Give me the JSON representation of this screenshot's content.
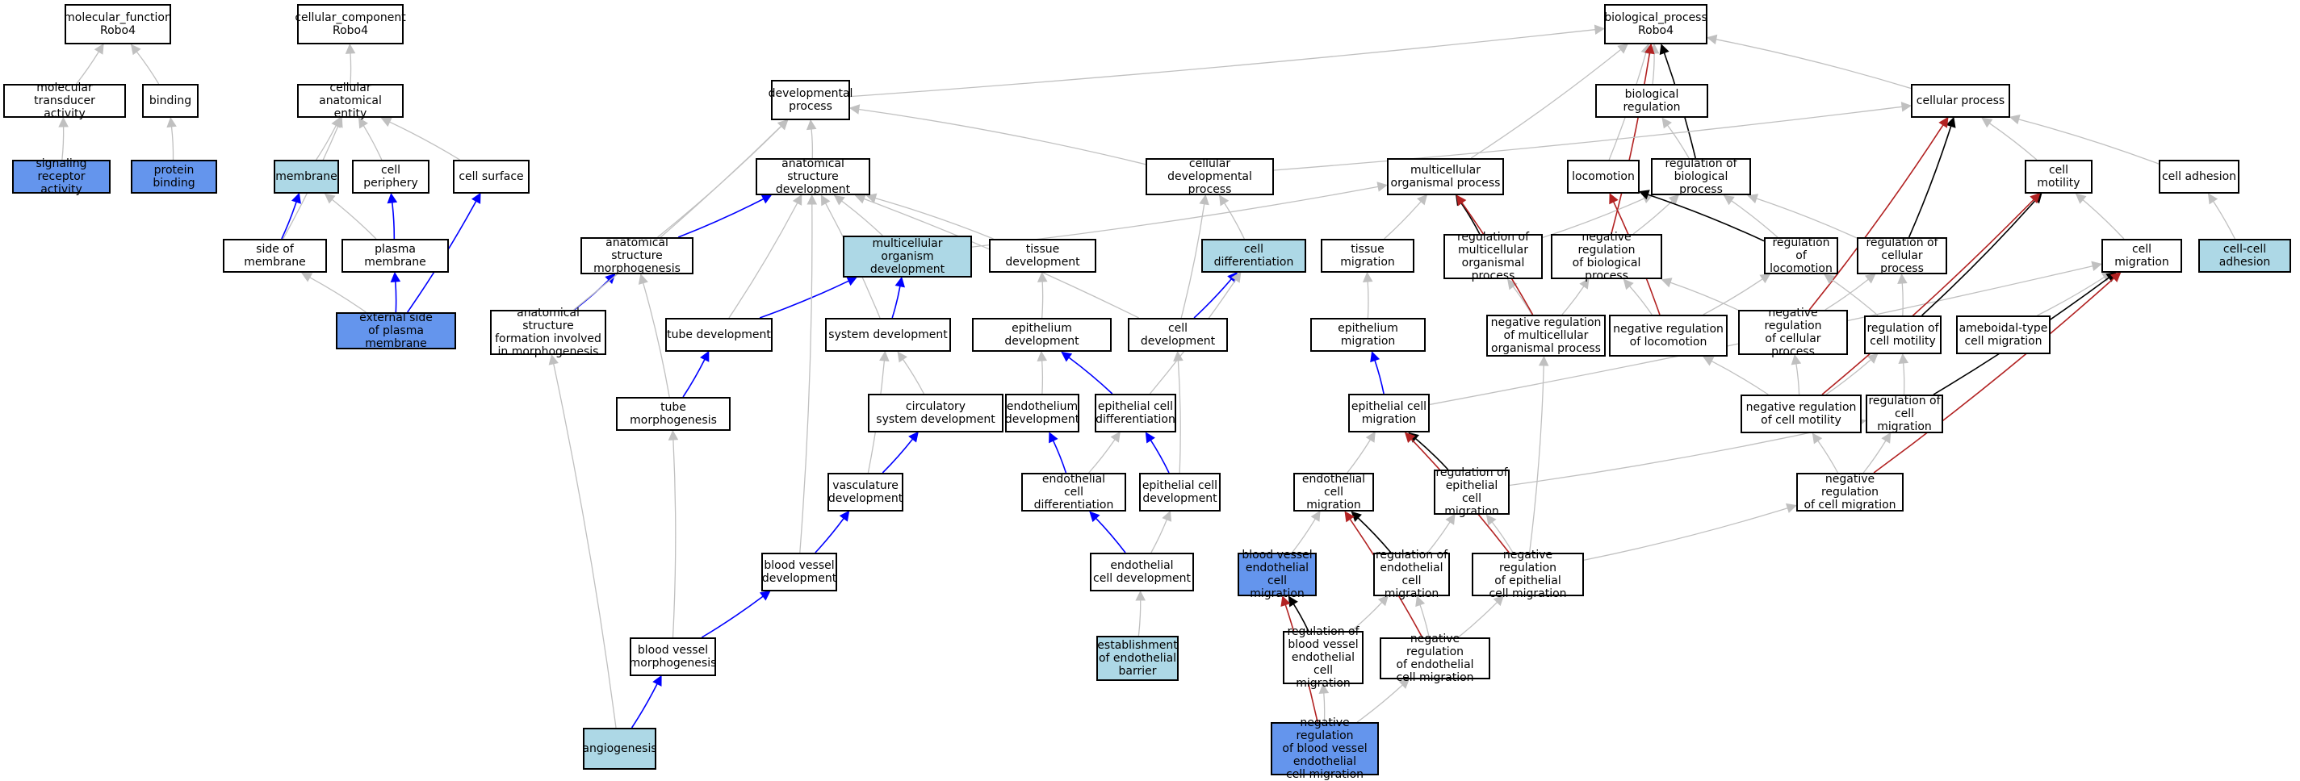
{
  "colors": {
    "is_a": "#c0c0c0",
    "part_of": "#0000ff",
    "regulates": "#000000",
    "negatively_regulates": "#b22222",
    "highlight_dark": "#6495ed",
    "highlight_light": "#add8e6"
  },
  "nodes": [
    {
      "id": "mf",
      "label": "molecular_function\nRobo4",
      "style": "plain"
    },
    {
      "id": "cc",
      "label": "cellular_component\nRobo4",
      "style": "plain"
    },
    {
      "id": "bp",
      "label": "biological_process\nRobo4",
      "style": "plain"
    },
    {
      "id": "mta",
      "label": "molecular transducer\nactivity",
      "style": "plain"
    },
    {
      "id": "binding",
      "label": "binding",
      "style": "plain"
    },
    {
      "id": "cae",
      "label": "cellular anatomical\nentity",
      "style": "plain"
    },
    {
      "id": "devp",
      "label": "developmental\nprocess",
      "style": "plain"
    },
    {
      "id": "bioreg",
      "label": "biological regulation",
      "style": "plain"
    },
    {
      "id": "cellp",
      "label": "cellular process",
      "style": "plain"
    },
    {
      "id": "sra",
      "label": "signaling receptor\nactivity",
      "style": "dark"
    },
    {
      "id": "pb",
      "label": "protein binding",
      "style": "dark"
    },
    {
      "id": "membrane",
      "label": "membrane",
      "style": "light"
    },
    {
      "id": "cperiph",
      "label": "cell periphery",
      "style": "plain"
    },
    {
      "id": "csurf",
      "label": "cell surface",
      "style": "plain"
    },
    {
      "id": "asd",
      "label": "anatomical structure\ndevelopment",
      "style": "plain"
    },
    {
      "id": "cdp",
      "label": "cellular developmental\nprocess",
      "style": "plain"
    },
    {
      "id": "mop",
      "label": "multicellular\norganismal process",
      "style": "plain"
    },
    {
      "id": "locomotion",
      "label": "locomotion",
      "style": "plain"
    },
    {
      "id": "rbp",
      "label": "regulation of\nbiological process",
      "style": "plain"
    },
    {
      "id": "cmot",
      "label": "cell motility",
      "style": "plain"
    },
    {
      "id": "cadh",
      "label": "cell adhesion",
      "style": "plain"
    },
    {
      "id": "som",
      "label": "side of membrane",
      "style": "plain"
    },
    {
      "id": "pm",
      "label": "plasma membrane",
      "style": "plain"
    },
    {
      "id": "asm",
      "label": "anatomical structure\nmorphogenesis",
      "style": "plain"
    },
    {
      "id": "mod",
      "label": "multicellular\norganism development",
      "style": "light"
    },
    {
      "id": "tdev",
      "label": "tissue development",
      "style": "plain"
    },
    {
      "id": "cdiff",
      "label": "cell differentiation",
      "style": "light"
    },
    {
      "id": "tmig",
      "label": "tissue migration",
      "style": "plain"
    },
    {
      "id": "rmop",
      "label": "regulation of\nmulticellular\norganismal process",
      "style": "plain"
    },
    {
      "id": "nrbp",
      "label": "negative regulation\nof biological\nprocess",
      "style": "plain"
    },
    {
      "id": "rloc",
      "label": "regulation of\nlocomotion",
      "style": "plain"
    },
    {
      "id": "rcp",
      "label": "regulation of\ncellular process",
      "style": "plain"
    },
    {
      "id": "cmig",
      "label": "cell migration",
      "style": "plain"
    },
    {
      "id": "cca",
      "label": "cell-cell adhesion",
      "style": "light"
    },
    {
      "id": "espm",
      "label": "external side\nof plasma membrane",
      "style": "dark"
    },
    {
      "id": "asfm",
      "label": "anatomical structure\nformation involved\nin morphogenesis",
      "style": "plain"
    },
    {
      "id": "tubedev",
      "label": "tube development",
      "style": "plain"
    },
    {
      "id": "sysdev",
      "label": "system development",
      "style": "plain"
    },
    {
      "id": "epidev",
      "label": "epithelium development",
      "style": "plain"
    },
    {
      "id": "celldev",
      "label": "cell development",
      "style": "plain"
    },
    {
      "id": "epimig",
      "label": "epithelium migration",
      "style": "plain"
    },
    {
      "id": "nrmop",
      "label": "negative regulation\nof multicellular\norganismal process",
      "style": "plain"
    },
    {
      "id": "nrloc",
      "label": "negative regulation\nof locomotion",
      "style": "plain"
    },
    {
      "id": "nrcp",
      "label": "negative regulation\nof cellular\nprocess",
      "style": "plain"
    },
    {
      "id": "rcmot",
      "label": "regulation of\ncell motility",
      "style": "plain"
    },
    {
      "id": "abcm",
      "label": "ameboidal-type\ncell migration",
      "style": "plain"
    },
    {
      "id": "tubemorph",
      "label": "tube morphogenesis",
      "style": "plain"
    },
    {
      "id": "circ",
      "label": "circulatory\nsystem development",
      "style": "plain"
    },
    {
      "id": "endoth",
      "label": "endothelium\ndevelopment",
      "style": "plain"
    },
    {
      "id": "ecdiff",
      "label": "epithelial cell\ndifferentiation",
      "style": "plain"
    },
    {
      "id": "ecmig",
      "label": "epithelial cell\nmigration",
      "style": "plain"
    },
    {
      "id": "nrcmot",
      "label": "negative regulation\nof cell motility",
      "style": "plain"
    },
    {
      "id": "rcmig",
      "label": "regulation of\ncell migration",
      "style": "plain"
    },
    {
      "id": "vascdev",
      "label": "vasculature\ndevelopment",
      "style": "plain"
    },
    {
      "id": "endcdiff",
      "label": "endothelial\ncell differentiation",
      "style": "plain"
    },
    {
      "id": "epicdev",
      "label": "epithelial cell\ndevelopment",
      "style": "plain"
    },
    {
      "id": "endcmig",
      "label": "endothelial\ncell migration",
      "style": "plain"
    },
    {
      "id": "recm",
      "label": "regulation of\nepithelial cell\nmigration",
      "style": "plain"
    },
    {
      "id": "nrcmig",
      "label": "negative regulation\nof cell migration",
      "style": "plain"
    },
    {
      "id": "bvdev",
      "label": "blood vessel\ndevelopment",
      "style": "plain"
    },
    {
      "id": "endcdev",
      "label": "endothelial\ncell development",
      "style": "plain"
    },
    {
      "id": "bvecm",
      "label": "blood vessel\nendothelial\ncell migration",
      "style": "dark"
    },
    {
      "id": "rencm",
      "label": "regulation of\nendothelial\ncell migration",
      "style": "plain"
    },
    {
      "id": "nrecm",
      "label": "negative regulation\nof epithelial\ncell migration",
      "style": "plain"
    },
    {
      "id": "bvmorph",
      "label": "blood vessel\nmorphogenesis",
      "style": "plain"
    },
    {
      "id": "eeb",
      "label": "establishment\nof endothelial\nbarrier",
      "style": "light"
    },
    {
      "id": "rbvecm",
      "label": "regulation of\nblood vessel\nendothelial\ncell migration",
      "style": "plain"
    },
    {
      "id": "nrencm",
      "label": "negative regulation\nof endothelial\ncell migration",
      "style": "plain"
    },
    {
      "id": "angio",
      "label": "angiogenesis",
      "style": "light"
    },
    {
      "id": "nrbvecm",
      "label": "negative regulation\nof blood vessel\nendothelial\ncell migration",
      "style": "dark"
    }
  ],
  "edges": [
    {
      "from": "mta",
      "to": "mf",
      "type": "is_a"
    },
    {
      "from": "binding",
      "to": "mf",
      "type": "is_a"
    },
    {
      "from": "sra",
      "to": "mta",
      "type": "is_a"
    },
    {
      "from": "pb",
      "to": "binding",
      "type": "is_a"
    },
    {
      "from": "cae",
      "to": "cc",
      "type": "is_a"
    },
    {
      "from": "membrane",
      "to": "cae",
      "type": "is_a"
    },
    {
      "from": "cperiph",
      "to": "cae",
      "type": "is_a"
    },
    {
      "from": "csurf",
      "to": "cae",
      "type": "is_a"
    },
    {
      "from": "som",
      "to": "cae",
      "type": "is_a"
    },
    {
      "from": "som",
      "to": "membrane",
      "type": "part_of"
    },
    {
      "from": "pm",
      "to": "membrane",
      "type": "is_a"
    },
    {
      "from": "pm",
      "to": "cperiph",
      "type": "part_of"
    },
    {
      "from": "espm",
      "to": "som",
      "type": "is_a"
    },
    {
      "from": "espm",
      "to": "pm",
      "type": "part_of"
    },
    {
      "from": "espm",
      "to": "csurf",
      "type": "part_of"
    },
    {
      "from": "devp",
      "to": "bp",
      "type": "is_a"
    },
    {
      "from": "bioreg",
      "to": "bp",
      "type": "is_a"
    },
    {
      "from": "cellp",
      "to": "bp",
      "type": "is_a"
    },
    {
      "from": "mop",
      "to": "bp",
      "type": "is_a"
    },
    {
      "from": "locomotion",
      "to": "bp",
      "type": "is_a"
    },
    {
      "from": "rbp",
      "to": "bioreg",
      "type": "is_a"
    },
    {
      "from": "rbp",
      "to": "bp",
      "type": "regulates"
    },
    {
      "from": "nrbp",
      "to": "rbp",
      "type": "is_a"
    },
    {
      "from": "nrbp",
      "to": "bp",
      "type": "negatively_regulates"
    },
    {
      "from": "asd",
      "to": "devp",
      "type": "is_a"
    },
    {
      "from": "cdp",
      "to": "devp",
      "type": "is_a"
    },
    {
      "from": "cdp",
      "to": "cellp",
      "type": "is_a"
    },
    {
      "from": "asm",
      "to": "asd",
      "type": "part_of"
    },
    {
      "from": "asm",
      "to": "devp",
      "type": "is_a"
    },
    {
      "from": "asfm",
      "to": "asm",
      "type": "part_of"
    },
    {
      "from": "asfm",
      "to": "devp",
      "type": "is_a"
    },
    {
      "from": "mod",
      "to": "asd",
      "type": "is_a"
    },
    {
      "from": "mod",
      "to": "mop",
      "type": "is_a"
    },
    {
      "from": "tdev",
      "to": "asd",
      "type": "is_a"
    },
    {
      "from": "cdiff",
      "to": "cdp",
      "type": "is_a"
    },
    {
      "from": "tubedev",
      "to": "asd",
      "type": "is_a"
    },
    {
      "from": "tubedev",
      "to": "mod",
      "type": "part_of"
    },
    {
      "from": "sysdev",
      "to": "asd",
      "type": "is_a"
    },
    {
      "from": "sysdev",
      "to": "mod",
      "type": "part_of"
    },
    {
      "from": "epidev",
      "to": "tdev",
      "type": "is_a"
    },
    {
      "from": "celldev",
      "to": "asd",
      "type": "is_a"
    },
    {
      "from": "celldev",
      "to": "cdp",
      "type": "is_a"
    },
    {
      "from": "celldev",
      "to": "cdiff",
      "type": "part_of"
    },
    {
      "from": "tubemorph",
      "to": "asm",
      "type": "is_a"
    },
    {
      "from": "tubemorph",
      "to": "tubedev",
      "type": "part_of"
    },
    {
      "from": "circ",
      "to": "sysdev",
      "type": "is_a"
    },
    {
      "from": "endoth",
      "to": "epidev",
      "type": "is_a"
    },
    {
      "from": "ecdiff",
      "to": "epidev",
      "type": "part_of"
    },
    {
      "from": "ecdiff",
      "to": "cdiff",
      "type": "is_a"
    },
    {
      "from": "vascdev",
      "to": "sysdev",
      "type": "is_a"
    },
    {
      "from": "vascdev",
      "to": "circ",
      "type": "part_of"
    },
    {
      "from": "endcdiff",
      "to": "endoth",
      "type": "part_of"
    },
    {
      "from": "endcdiff",
      "to": "ecdiff",
      "type": "is_a"
    },
    {
      "from": "epicdev",
      "to": "ecdiff",
      "type": "part_of"
    },
    {
      "from": "epicdev",
      "to": "celldev",
      "type": "is_a"
    },
    {
      "from": "bvdev",
      "to": "asd",
      "type": "is_a"
    },
    {
      "from": "bvdev",
      "to": "vascdev",
      "type": "part_of"
    },
    {
      "from": "endcdev",
      "to": "endcdiff",
      "type": "part_of"
    },
    {
      "from": "endcdev",
      "to": "epicdev",
      "type": "is_a"
    },
    {
      "from": "bvmorph",
      "to": "tubemorph",
      "type": "is_a"
    },
    {
      "from": "bvmorph",
      "to": "bvdev",
      "type": "part_of"
    },
    {
      "from": "eeb",
      "to": "endcdev",
      "type": "is_a"
    },
    {
      "from": "angio",
      "to": "asfm",
      "type": "is_a"
    },
    {
      "from": "angio",
      "to": "bvmorph",
      "type": "part_of"
    },
    {
      "from": "tmig",
      "to": "mop",
      "type": "is_a"
    },
    {
      "from": "epimig",
      "to": "tmig",
      "type": "is_a"
    },
    {
      "from": "ecmig",
      "to": "epimig",
      "type": "part_of"
    },
    {
      "from": "ecmig",
      "to": "cmig",
      "type": "is_a"
    },
    {
      "from": "endcmig",
      "to": "ecmig",
      "type": "is_a"
    },
    {
      "from": "bvecm",
      "to": "endcmig",
      "type": "is_a"
    },
    {
      "from": "rmop",
      "to": "rbp",
      "type": "is_a"
    },
    {
      "from": "rmop",
      "to": "mop",
      "type": "regulates"
    },
    {
      "from": "nrmop",
      "to": "rmop",
      "type": "is_a"
    },
    {
      "from": "nrmop",
      "to": "nrbp",
      "type": "is_a"
    },
    {
      "from": "nrmop",
      "to": "mop",
      "type": "negatively_regulates"
    },
    {
      "from": "rloc",
      "to": "rbp",
      "type": "is_a"
    },
    {
      "from": "rloc",
      "to": "locomotion",
      "type": "regulates"
    },
    {
      "from": "nrloc",
      "to": "rloc",
      "type": "is_a"
    },
    {
      "from": "nrloc",
      "to": "nrbp",
      "type": "is_a"
    },
    {
      "from": "nrloc",
      "to": "locomotion",
      "type": "negatively_regulates"
    },
    {
      "from": "rcp",
      "to": "rbp",
      "type": "is_a"
    },
    {
      "from": "rcp",
      "to": "cellp",
      "type": "regulates"
    },
    {
      "from": "nrcp",
      "to": "rcp",
      "type": "is_a"
    },
    {
      "from": "nrcp",
      "to": "nrbp",
      "type": "is_a"
    },
    {
      "from": "nrcp",
      "to": "cellp",
      "type": "negatively_regulates"
    },
    {
      "from": "cmot",
      "to": "cellp",
      "type": "is_a"
    },
    {
      "from": "cadh",
      "to": "cellp",
      "type": "is_a"
    },
    {
      "from": "cca",
      "to": "cadh",
      "type": "is_a"
    },
    {
      "from": "cmig",
      "to": "cmot",
      "type": "is_a"
    },
    {
      "from": "abcm",
      "to": "cmig",
      "type": "is_a"
    },
    {
      "from": "rcmot",
      "to": "rloc",
      "type": "is_a"
    },
    {
      "from": "rcmot",
      "to": "rcp",
      "type": "is_a"
    },
    {
      "from": "rcmot",
      "to": "cmot",
      "type": "regulates"
    },
    {
      "from": "nrcmot",
      "to": "rcmot",
      "type": "is_a"
    },
    {
      "from": "nrcmot",
      "to": "nrloc",
      "type": "is_a"
    },
    {
      "from": "nrcmot",
      "to": "nrcp",
      "type": "is_a"
    },
    {
      "from": "nrcmot",
      "to": "cmot",
      "type": "negatively_regulates"
    },
    {
      "from": "rcmig",
      "to": "rcmot",
      "type": "is_a"
    },
    {
      "from": "rcmig",
      "to": "cmig",
      "type": "regulates"
    },
    {
      "from": "nrcmig",
      "to": "rcmig",
      "type": "is_a"
    },
    {
      "from": "nrcmig",
      "to": "nrcmot",
      "type": "is_a"
    },
    {
      "from": "nrcmig",
      "to": "cmig",
      "type": "negatively_regulates"
    },
    {
      "from": "recm",
      "to": "rcmig",
      "type": "is_a"
    },
    {
      "from": "recm",
      "to": "ecmig",
      "type": "regulates"
    },
    {
      "from": "nrecm",
      "to": "recm",
      "type": "is_a"
    },
    {
      "from": "nrecm",
      "to": "nrcmig",
      "type": "is_a"
    },
    {
      "from": "nrecm",
      "to": "nrmop",
      "type": "is_a"
    },
    {
      "from": "nrecm",
      "to": "ecmig",
      "type": "negatively_regulates"
    },
    {
      "from": "rencm",
      "to": "recm",
      "type": "is_a"
    },
    {
      "from": "rencm",
      "to": "endcmig",
      "type": "regulates"
    },
    {
      "from": "nrencm",
      "to": "rencm",
      "type": "is_a"
    },
    {
      "from": "nrencm",
      "to": "nrecm",
      "type": "is_a"
    },
    {
      "from": "nrencm",
      "to": "endcmig",
      "type": "negatively_regulates"
    },
    {
      "from": "rbvecm",
      "to": "rencm",
      "type": "is_a"
    },
    {
      "from": "rbvecm",
      "to": "bvecm",
      "type": "regulates"
    },
    {
      "from": "nrbvecm",
      "to": "rbvecm",
      "type": "is_a"
    },
    {
      "from": "nrbvecm",
      "to": "nrencm",
      "type": "is_a"
    },
    {
      "from": "nrbvecm",
      "to": "bvecm",
      "type": "negatively_regulates"
    }
  ]
}
